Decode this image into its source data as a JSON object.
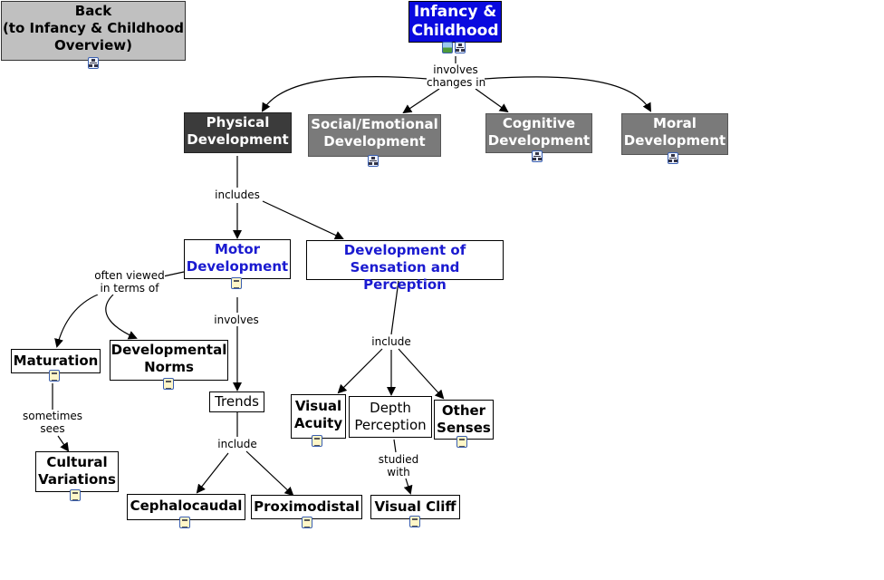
{
  "nodes": {
    "back": {
      "line1": "Back",
      "line2": "(to Infancy & Childhood",
      "line3": "Overview)",
      "icon": "concept-map-link-icon"
    },
    "root": {
      "line1": "Infancy &",
      "line2": "Childhood",
      "icons": [
        "image-icon",
        "concept-map-link-icon"
      ]
    },
    "physical": {
      "line1": "Physical",
      "line2": "Development"
    },
    "social": {
      "line1": "Social/Emotional",
      "line2": "Development",
      "icon": "concept-map-link-icon"
    },
    "cognitive": {
      "line1": "Cognitive",
      "line2": "Development",
      "icon": "concept-map-link-icon"
    },
    "moral": {
      "line1": "Moral",
      "line2": "Development",
      "icon": "concept-map-link-icon"
    },
    "motor": {
      "line1": "Motor",
      "line2": "Development",
      "icon": "document-icon"
    },
    "sensation": {
      "line1": "Development of",
      "line2": "Sensation and Perception"
    },
    "maturation": {
      "line1": "Maturation",
      "icon": "document-icon"
    },
    "norms": {
      "line1": "Developmental",
      "line2": "Norms",
      "icon": "document-icon"
    },
    "trends": {
      "line1": "Trends"
    },
    "cultural": {
      "line1": "Cultural",
      "line2": "Variations",
      "icon": "document-icon"
    },
    "cephalo": {
      "line1": "Cephalocaudal",
      "icon": "document-icon"
    },
    "proximo": {
      "line1": "Proximodistal",
      "icon": "document-icon"
    },
    "acuity": {
      "line1": "Visual",
      "line2": "Acuity",
      "icon": "document-icon"
    },
    "depth": {
      "line1": "Depth",
      "line2": "Perception"
    },
    "senses": {
      "line1": "Other",
      "line2": "Senses",
      "icon": "document-icon"
    },
    "cliff": {
      "line1": "Visual Cliff",
      "icon": "document-icon"
    }
  },
  "links": {
    "involves_changes": {
      "line1": "involves",
      "line2": "changes in"
    },
    "includes": {
      "line1": "includes"
    },
    "often_viewed": {
      "line1": "often viewed",
      "line2": "in terms of"
    },
    "involves": {
      "line1": "involves"
    },
    "include_sense": {
      "line1": "include"
    },
    "sometimes_sees": {
      "line1": "sometimes",
      "line2": "sees"
    },
    "include_trends": {
      "line1": "include"
    },
    "studied_with": {
      "line1": "studied",
      "line2": "with"
    }
  },
  "colors": {
    "root_fill": "#0a0adf",
    "dark_fill": "#3b3b3b",
    "mid_fill": "#7a7a7a",
    "back_fill": "#c0c0c0",
    "link_text_blue": "#1a1ad0"
  }
}
